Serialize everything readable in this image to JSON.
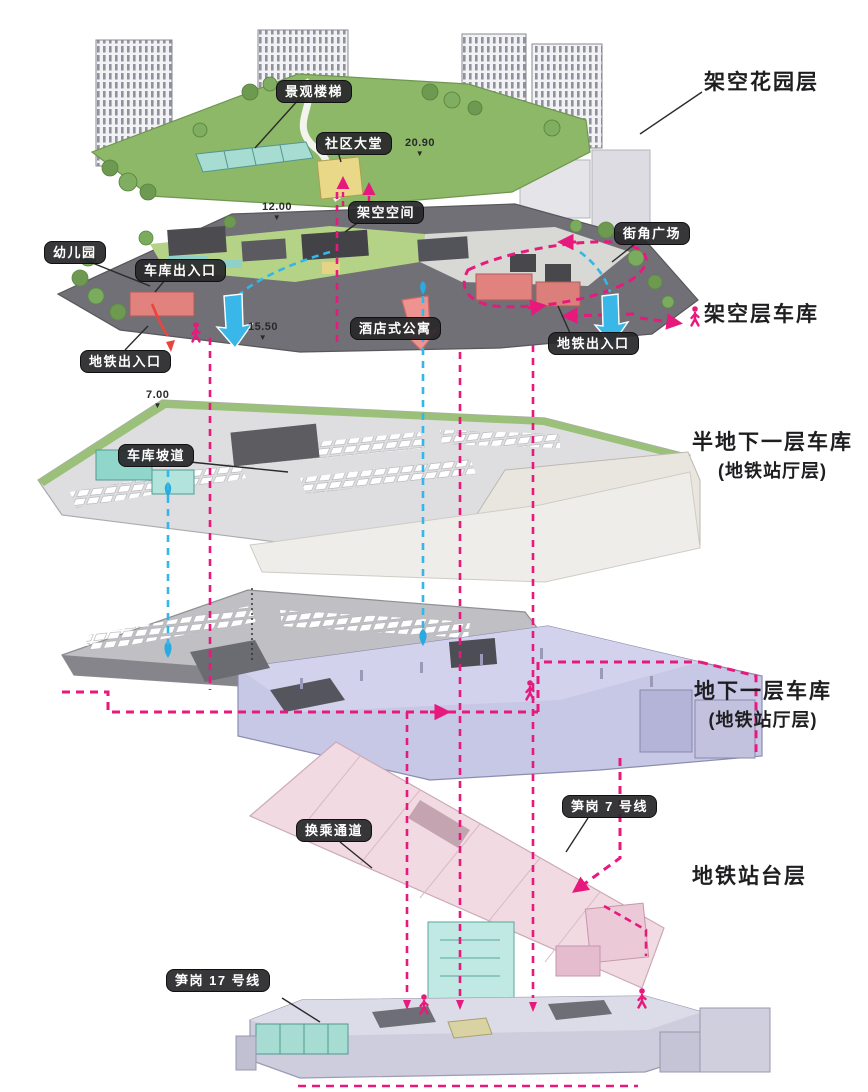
{
  "diagram": {
    "type": "exploded-axonometric-section",
    "levels": {
      "garden": {
        "label": "架空花园层"
      },
      "deck": {
        "label": "架空层车库"
      },
      "semi_basement": {
        "label": "半地下一层车库",
        "sub": "(地铁站厅层)"
      },
      "basement1": {
        "label": "地下一层车库",
        "sub": "(地铁站厅层)"
      },
      "platform": {
        "label": "地铁站台层"
      }
    },
    "callouts": {
      "landscape_stairs": "景观楼梯",
      "community_lobby": "社区大堂",
      "elevated_space": "架空空间",
      "kindergarten": "幼儿园",
      "garage_entrance": "车库出入口",
      "corner_plaza": "街角广场",
      "serviced_apartment": "酒店式公寓",
      "metro_exit_left": "地铁出入口",
      "metro_exit_right": "地铁出入口",
      "garage_ramp": "车库坡道",
      "transfer_passage": "换乘通道",
      "line7": "笋岗 7 号线",
      "line17": "笋岗 17 号线"
    },
    "elevations": {
      "garden": "20.90",
      "deck": "12.00",
      "deck_upper": "15.50",
      "semi_basement": "7.00"
    },
    "colors": {
      "pedestrian_route": "#e8197d",
      "vertical_link_blue": "#35b6e8",
      "garden_green": "#8cb868",
      "deck_asphalt": "#707076",
      "concourse_lavender": "#c7c7e6",
      "line7_pink": "#f2dae2",
      "accent_red_building": "#e2827e",
      "teal_rooms": "#a6dcd2"
    }
  }
}
